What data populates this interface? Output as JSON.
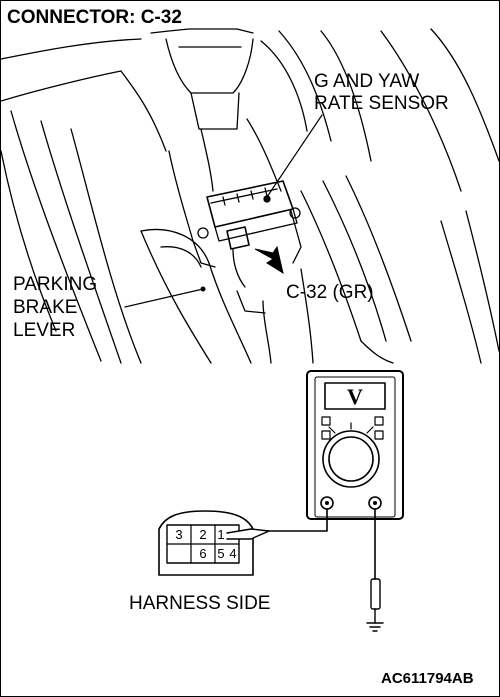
{
  "title": "CONNECTOR: C-32",
  "labels": {
    "sensor_line1": "G AND YAW",
    "sensor_line2": "RATE SENSOR",
    "brake_line1": "PARKING",
    "brake_line2": "BRAKE",
    "brake_line3": "LEVER",
    "connector": "C-32 (GR)",
    "harness_side": "HARNESS SIDE",
    "figure_code": "AC611794AB"
  },
  "connector_pins": {
    "top_row": [
      "3",
      "2",
      "1"
    ],
    "bottom_row": [
      "6",
      "5",
      "4"
    ]
  },
  "meter": {
    "display": "V"
  }
}
